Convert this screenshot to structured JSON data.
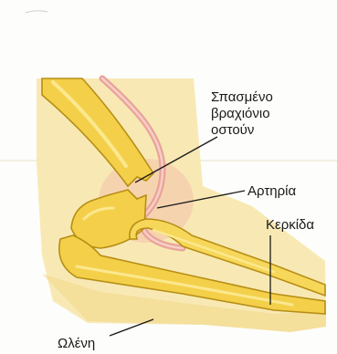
{
  "labels": {
    "fracture_line1": "Σπασμένο",
    "fracture_line2": "βραχιόνιο",
    "fracture_line3": "οστούν",
    "artery": "Αρτηρία",
    "radius": "Κερκίδα",
    "ulna": "Ωλένη"
  },
  "colors": {
    "bone_fill": "#f4d04a",
    "bone_highlight": "#fbe88f",
    "bone_outline": "#b78e14",
    "arm_tissue": "#f8e9b4",
    "artery": "#e9a39a",
    "bruise": "#f3b7a9",
    "background": "#fdfdfb"
  },
  "icons": [
    "fractured-humerus",
    "artery",
    "radius-bone",
    "ulna-bone"
  ]
}
